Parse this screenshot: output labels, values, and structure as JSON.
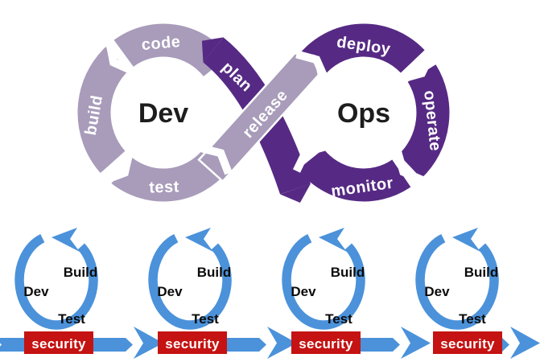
{
  "infinity_loop": {
    "dev_label": "Dev",
    "ops_label": "Ops",
    "segments": {
      "code": "code",
      "build": "build",
      "test": "test",
      "plan": "plan",
      "release": "release",
      "deploy": "deploy",
      "operate": "operate",
      "monitor": "monitor"
    },
    "colors": {
      "dev_ring": "#a89cba",
      "ops_ring": "#562a84",
      "center_text": "#1d1d1d"
    }
  },
  "pipeline": {
    "colors": {
      "arrow": "#4b92da",
      "security_bg": "#c41312"
    },
    "cycles": [
      {
        "dev": "Dev",
        "build": "Build",
        "test": "Test",
        "security": "security"
      },
      {
        "dev": "Dev",
        "build": "Build",
        "test": "Test",
        "security": "security"
      },
      {
        "dev": "Dev",
        "build": "Build",
        "test": "Test",
        "security": "security"
      },
      {
        "dev": "Dev",
        "build": "Build",
        "test": "Test",
        "security": "security"
      }
    ]
  }
}
